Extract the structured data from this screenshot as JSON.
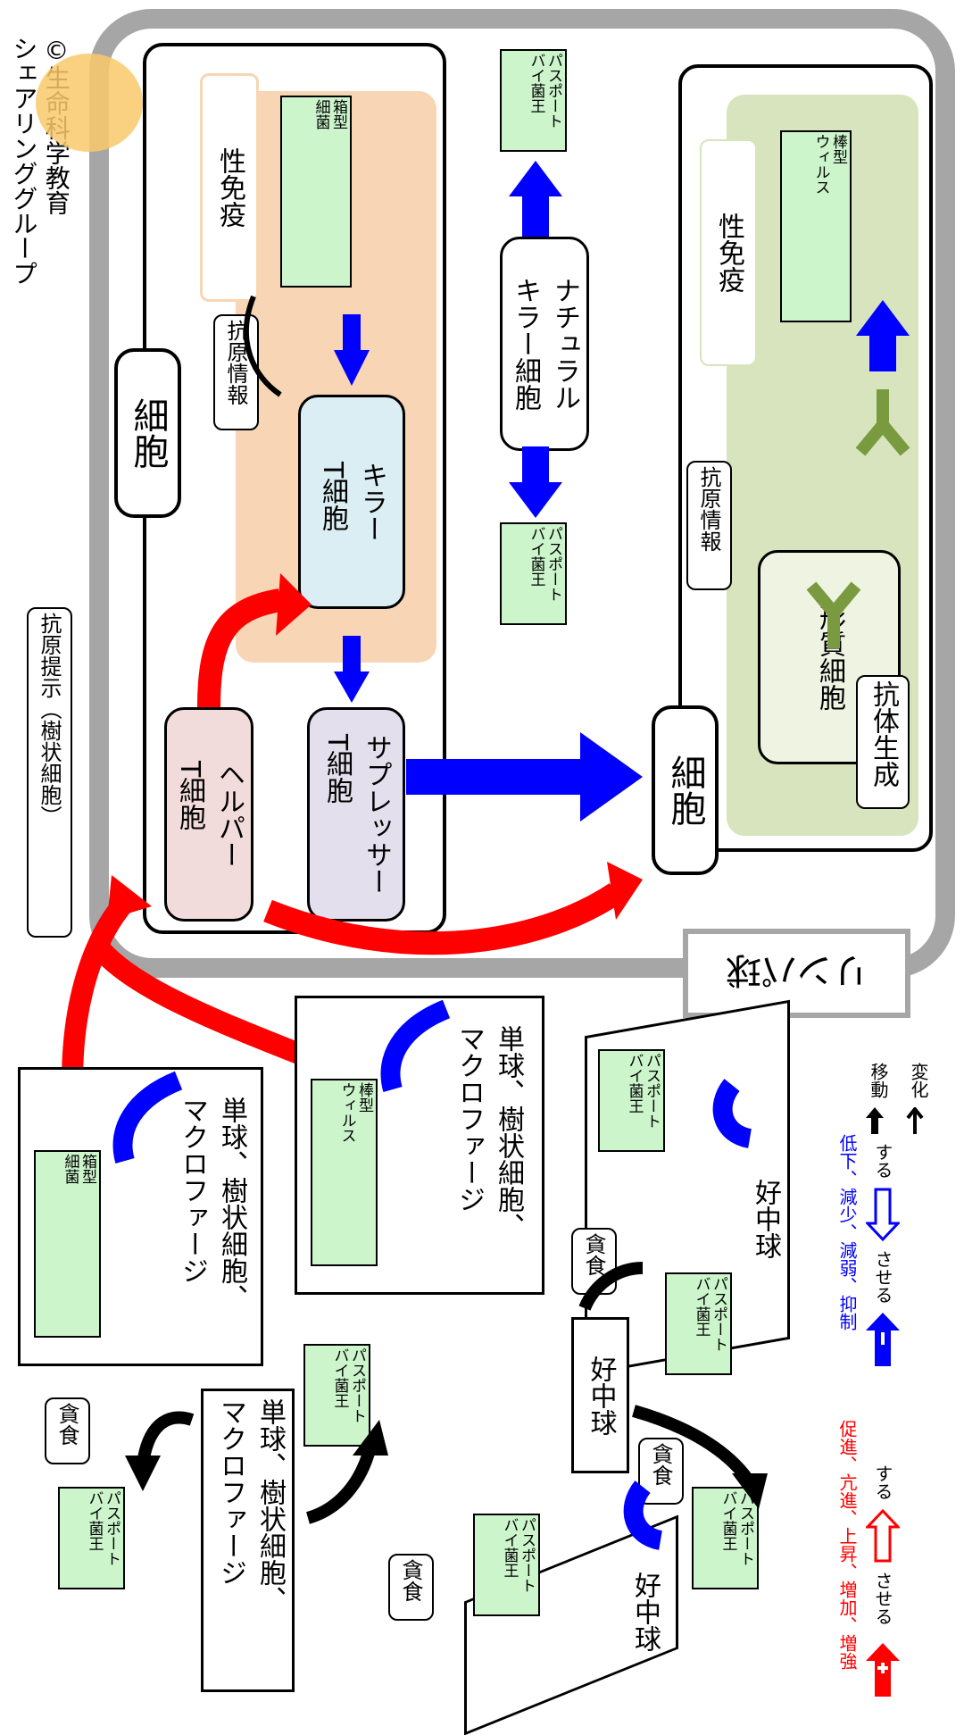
{
  "credit": {
    "line1": "©生命科学教育",
    "line2": "シェアリンググループ"
  },
  "lymph_label": "リンパ球",
  "antigen_presentation_label": "抗原提示（樹状細胞）",
  "cell_immunity": {
    "title": "細胞",
    "subtitle": "性免疫",
    "antigen_info": "抗原情報",
    "killer_t": "キラー\nT細胞",
    "helper_t": "ヘルパー\nT細胞",
    "suppressor_t": "サプレッサー\nT細胞",
    "target_tag": "箱型\n細菌"
  },
  "humoral_immunity": {
    "title": "細胞",
    "subtitle": "性免疫",
    "antigen_info": "抗原情報",
    "plasma_cell": "形質細胞",
    "antibody_production": "抗体生成",
    "target_tag": "棒型\nウィルス"
  },
  "nk_cell": {
    "label": "ナチュラル\nキラー細胞",
    "tag_top": "パスポート\nバイ菌王",
    "tag_bottom": "パスポート\nバイ菌王"
  },
  "phagocytes": {
    "label": "単球、樹状細胞、\nマクロファージ",
    "panel1_tag": "箱型\n細菌",
    "panel2_tag": "棒型\nウィルス"
  },
  "neutrophil_label": "好中球",
  "phagocytosis_label": "貪食",
  "passport_tag": "パスポート\nバイ菌王",
  "legend": {
    "promote_terms": "促進、亢進、上昇、増加、増強",
    "promote_cause": "させる",
    "promote_self": "する",
    "suppress_terms": "低下、減少、減弱、抑制",
    "suppress_cause": "させる",
    "suppress_self": "する",
    "move": "移動",
    "change": "変化",
    "colors": {
      "promote": "#ff0000",
      "suppress": "#0000ff",
      "neutral": "#000000"
    }
  },
  "colors": {
    "lymph_border": "#a6a6a6",
    "cell_panel_bg": "#f8d5b4",
    "humoral_panel_bg": "#d7e4bd",
    "killer_bg": "#daeef3",
    "helper_bg": "#f2dcdb",
    "suppressor_bg": "#e4dfec",
    "tag_bg": "#ccf5cc"
  }
}
